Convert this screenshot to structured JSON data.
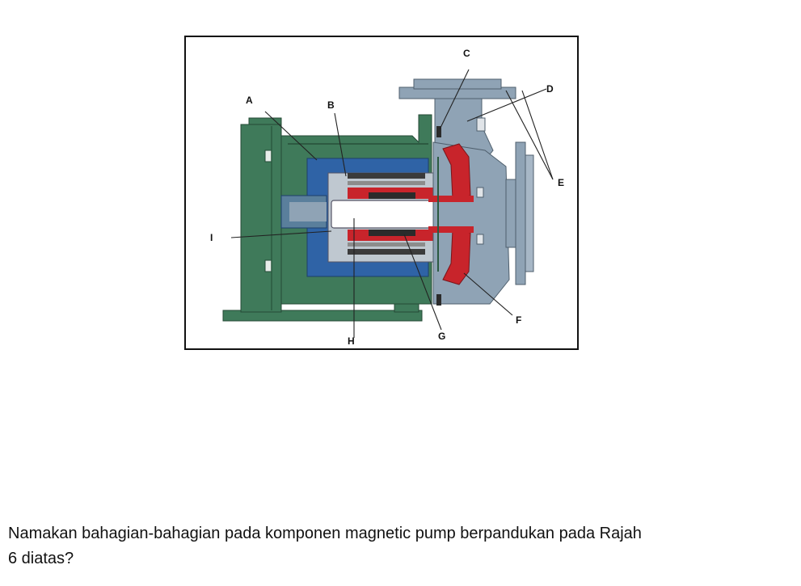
{
  "diagram": {
    "labels": {
      "A": "A",
      "B": "B",
      "C": "C",
      "D": "D",
      "E": "E",
      "F": "F",
      "G": "G",
      "H": "H",
      "I": "I"
    },
    "colors": {
      "housing": "#3f7a5a",
      "housing_dark": "#2c5a41",
      "magnet_blue": "#2f63a6",
      "impeller_red": "#c8242b",
      "casing_grey": "#8fa3b5",
      "shaft": "#d9dde2",
      "coil_dark": "#2b2b2b"
    }
  },
  "question": {
    "line1": "Namakan bahagian-bahagian pada komponen magnetic pump berpandukan pada Rajah",
    "line2": "6 diatas?"
  }
}
